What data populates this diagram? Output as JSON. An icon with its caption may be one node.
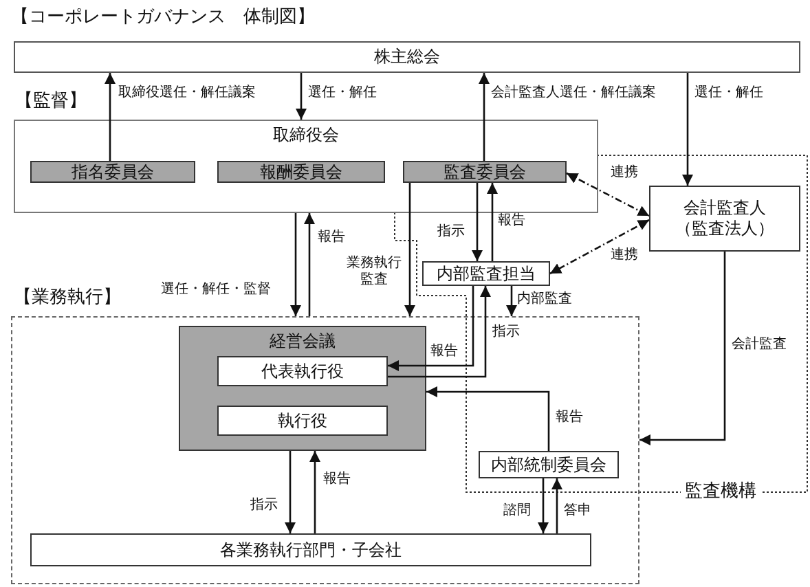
{
  "diagram": {
    "title": "【コーポレートガバナンス　体制図】",
    "nodes": [
      {
        "text": [
          "株主総会"
        ]
      },
      {
        "text": [
          "取締役会"
        ]
      },
      {
        "text": [
          "指名委員会"
        ],
        "in": 1
      },
      {
        "text": [
          "報酬委員会"
        ],
        "in": 1
      },
      {
        "text": [
          "監査委員会"
        ],
        "in": 1
      },
      {
        "text": [
          "会計監査人",
          "（監査法人）"
        ]
      },
      {
        "text": [
          "内部監査担当"
        ]
      },
      {
        "text": [
          "【業務執行】"
        ]
      },
      {
        "text": [
          "経営会議"
        ],
        "in": 7
      },
      {
        "text": [
          "代表執行役"
        ],
        "in": 8
      },
      {
        "text": [
          "執行役"
        ],
        "in": 8
      },
      {
        "text": [
          "内部統制委員会"
        ],
        "in": 7
      },
      {
        "text": [
          "各業務執行部門・子会社"
        ],
        "in": 7
      }
    ],
    "edges": [
      {
        "from": 2,
        "to": 0,
        "arrow": "to",
        "label": "取締役選任・解任議案"
      },
      {
        "from": 0,
        "to": 1,
        "arrow": "to",
        "label": "選任・解任"
      },
      {
        "from": 4,
        "to": 0,
        "arrow": "to",
        "label": "会計監査人選任・解任議案"
      },
      {
        "from": 0,
        "to": 5,
        "arrow": "to",
        "label": "選任・解任"
      },
      {
        "from": 4,
        "to": 5,
        "arrow": "both",
        "label": "連携",
        "style": "dashed"
      },
      {
        "from": 5,
        "to": 6,
        "arrow": "both",
        "label": "連携",
        "style": "dashed"
      },
      {
        "from": 4,
        "to": 6,
        "arrow": "to",
        "label": "指示"
      },
      {
        "from": 6,
        "to": 4,
        "arrow": "to",
        "label": "報告"
      },
      {
        "from": 1,
        "to": 7,
        "arrow": "to",
        "label": "選任・解任・監督"
      },
      {
        "from": 4,
        "to": 7,
        "arrow": "to",
        "label": "業務執行監査"
      },
      {
        "from": 7,
        "to": 1,
        "arrow": "to",
        "label": "報告"
      },
      {
        "from": 6,
        "to": 7,
        "arrow": "to",
        "label": "内部監査"
      },
      {
        "from": 6,
        "to": 9,
        "arrow": "to",
        "label": "報告"
      },
      {
        "from": 9,
        "to": 6,
        "arrow": "to",
        "label": "指示"
      },
      {
        "from": 11,
        "to": 8,
        "arrow": "to",
        "label": "報告"
      },
      {
        "from": 5,
        "to": 7,
        "arrow": "to",
        "label": "会計監査"
      },
      {
        "from": 8,
        "to": 12,
        "arrow": "to",
        "label": "指示"
      },
      {
        "from": 12,
        "to": 8,
        "arrow": "to",
        "label": "報告"
      },
      {
        "from": 11,
        "to": 12,
        "arrow": "to",
        "label": "諮問"
      },
      {
        "from": 12,
        "to": 11,
        "arrow": "to",
        "label": "答申"
      }
    ],
    "labels": [
      "【監督】",
      "監査機構"
    ]
  }
}
